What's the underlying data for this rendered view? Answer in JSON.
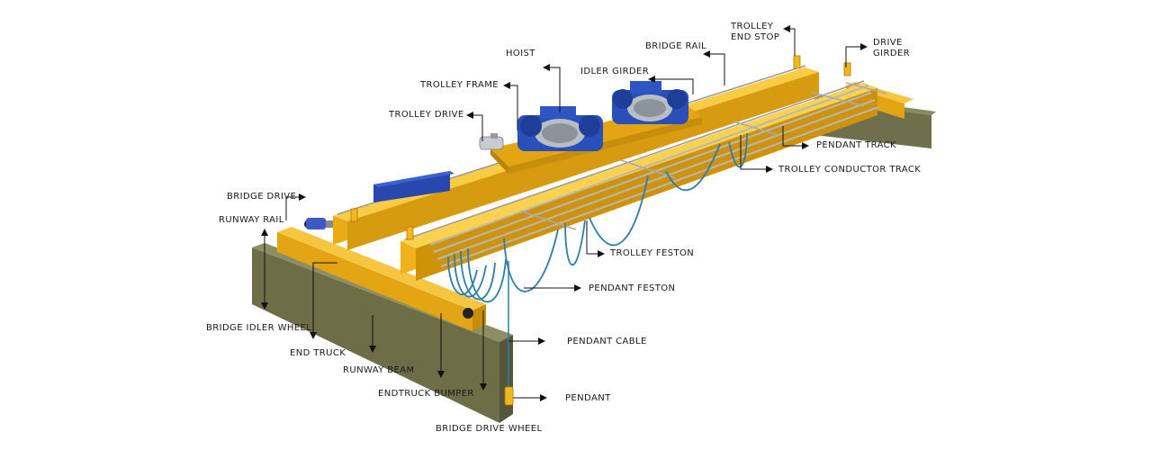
{
  "labels": {
    "trolley_end_stop": "TROLLEY\nEND STOP",
    "drive_girder": "DRIVE\nGIRDER",
    "hoist": "HOIST",
    "bridge_rail": "BRIDGE RAIL",
    "idler_girder": "IDLER GIRDER",
    "trolley_frame": "TROLLEY FRAME",
    "trolley_drive": "TROLLEY DRIVE",
    "pendant_track": "PENDANT TRACK",
    "trolley_conductor_track": "TROLLEY CONDUCTOR TRACK",
    "bridge_drive": "BRIDGE DRIVE",
    "runway_rail": "RUNWAY RAIL",
    "trolley_feston": "TROLLEY FESTON",
    "pendant_feston": "PENDANT FESTON",
    "bridge_idler_wheel": "BRIDGE IDLER WHEEL",
    "end_truck": "END TRUCK",
    "pendant_cable": "PENDANT CABLE",
    "runway_beam": "RUNWAY BEAM",
    "endtruck_bumper": "ENDTRUCK BUMPER",
    "pendant": "PENDANT",
    "bridge_drive_wheel": "BRIDGE DRIVE WHEEL"
  },
  "colors": {
    "girder": "#f2b620",
    "girder_dark": "#d1920c",
    "beam": "#7b7b55",
    "beam_dark": "#5f5f40",
    "hoist_blue": "#2a4fb8",
    "cable_blue": "#2e7fa8",
    "rail_gray": "#b9bec4",
    "leader": "#111111"
  }
}
